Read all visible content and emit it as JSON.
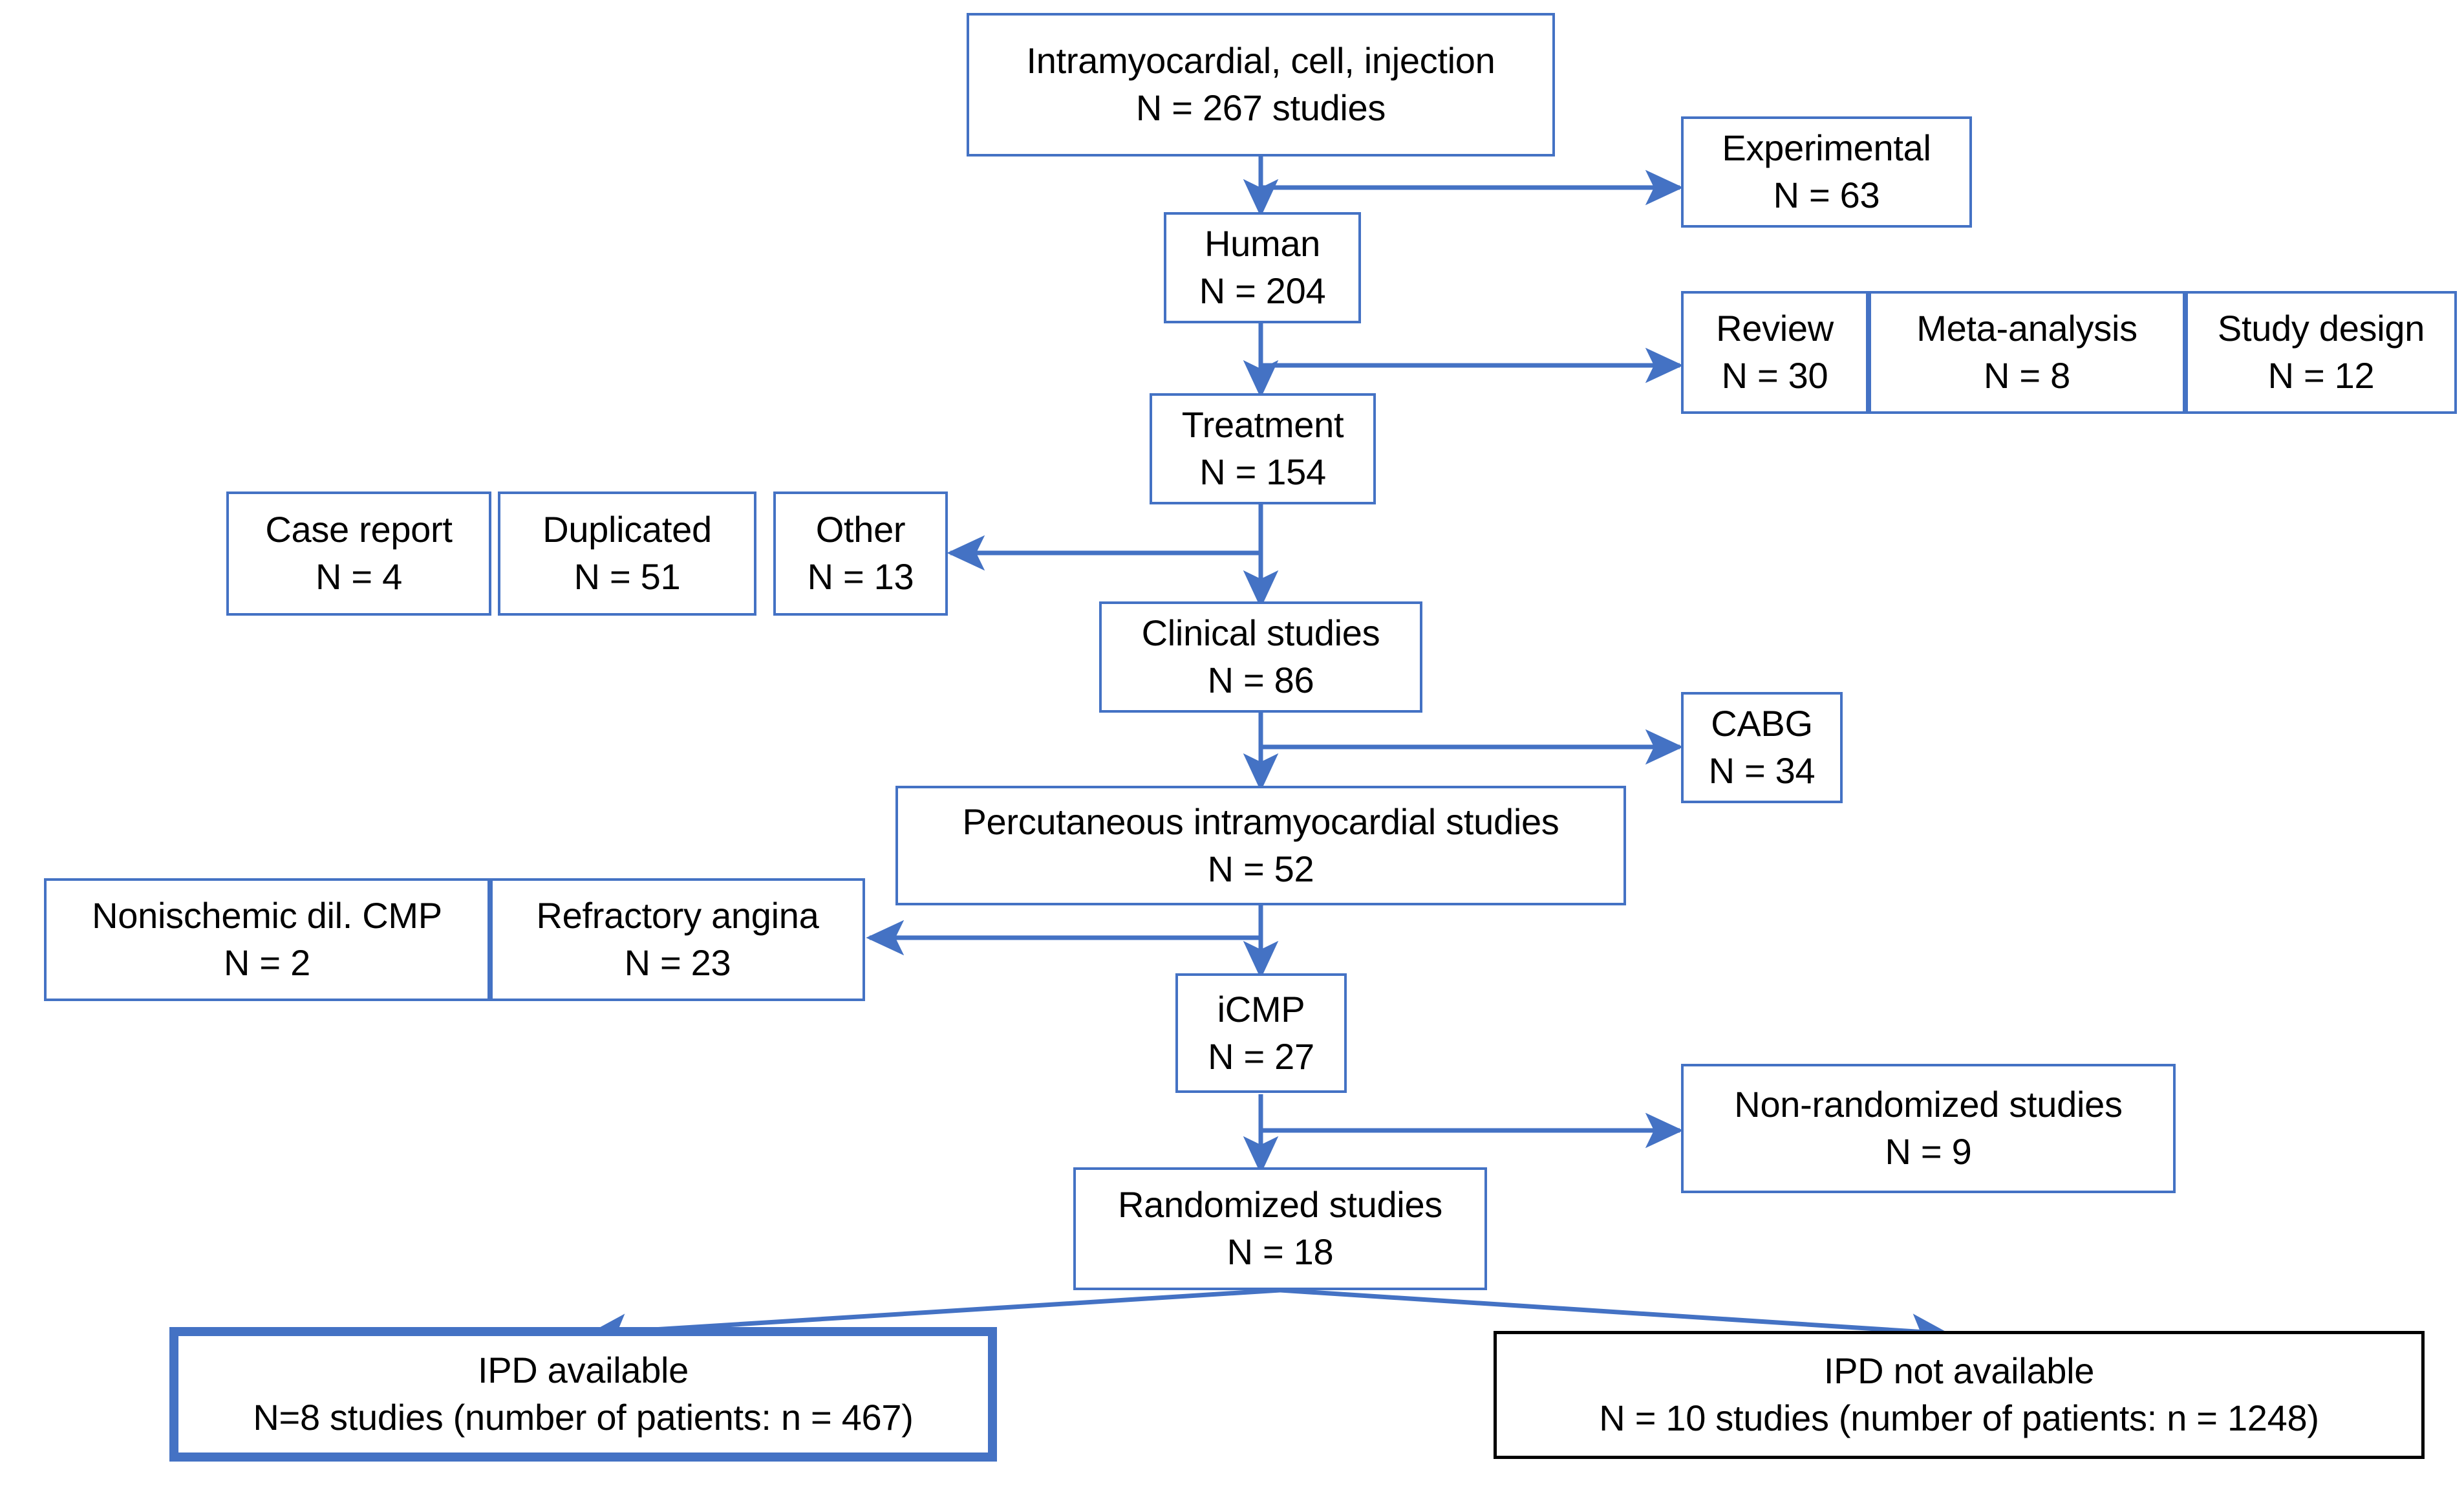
{
  "diagram": {
    "title": "Study selection flowchart",
    "colors": {
      "accent_blue": "#4472C4",
      "box_black": "#000000",
      "text": "#000000",
      "background": "#FFFFFF"
    }
  },
  "nodes": {
    "intramyocardial": {
      "line1": "Intramyocardial, cell, injection",
      "line2": "N = 267 studies"
    },
    "experimental": {
      "line1": "Experimental",
      "line2": "N = 63"
    },
    "human": {
      "line1": "Human",
      "line2": "N = 204"
    },
    "review": {
      "line1": "Review",
      "line2": "N = 30"
    },
    "meta_analysis": {
      "line1": "Meta-analysis",
      "line2": "N = 8"
    },
    "study_design": {
      "line1": "Study design",
      "line2": "N = 12"
    },
    "treatment": {
      "line1": "Treatment",
      "line2": "N = 154"
    },
    "case_report": {
      "line1": "Case report",
      "line2": "N = 4"
    },
    "duplicated": {
      "line1": "Duplicated",
      "line2": "N = 51"
    },
    "other": {
      "line1": "Other",
      "line2": "N = 13"
    },
    "clinical_studies": {
      "line1": "Clinical studies",
      "line2": "N = 86"
    },
    "cabg": {
      "line1": "CABG",
      "line2": "N = 34"
    },
    "percutaneous": {
      "line1": "Percutaneous intramyocardial studies",
      "line2": "N = 52"
    },
    "nonischemic": {
      "line1": "Nonischemic dil. CMP",
      "line2": "N = 2"
    },
    "refractory_angina": {
      "line1": "Refractory angina",
      "line2": "N = 23"
    },
    "icmp": {
      "line1": "iCMP",
      "line2": "N = 27"
    },
    "non_randomized": {
      "line1": "Non-randomized studies",
      "line2": "N = 9"
    },
    "randomized": {
      "line1": "Randomized studies",
      "line2": "N = 18"
    },
    "ipd_available": {
      "line1": "IPD available",
      "line2": "N=8 studies (number of patients: n = 467)"
    },
    "ipd_not_available": {
      "line1": "IPD not available",
      "line2": "N = 10 studies (number of patients: n = 1248)"
    }
  }
}
